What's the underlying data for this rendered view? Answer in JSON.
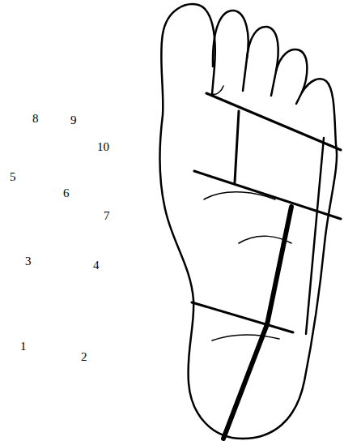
{
  "diagram": {
    "labels": [
      "8",
      "9",
      "10",
      "5",
      "6",
      "7",
      "3",
      "4",
      "1",
      "2"
    ]
  }
}
